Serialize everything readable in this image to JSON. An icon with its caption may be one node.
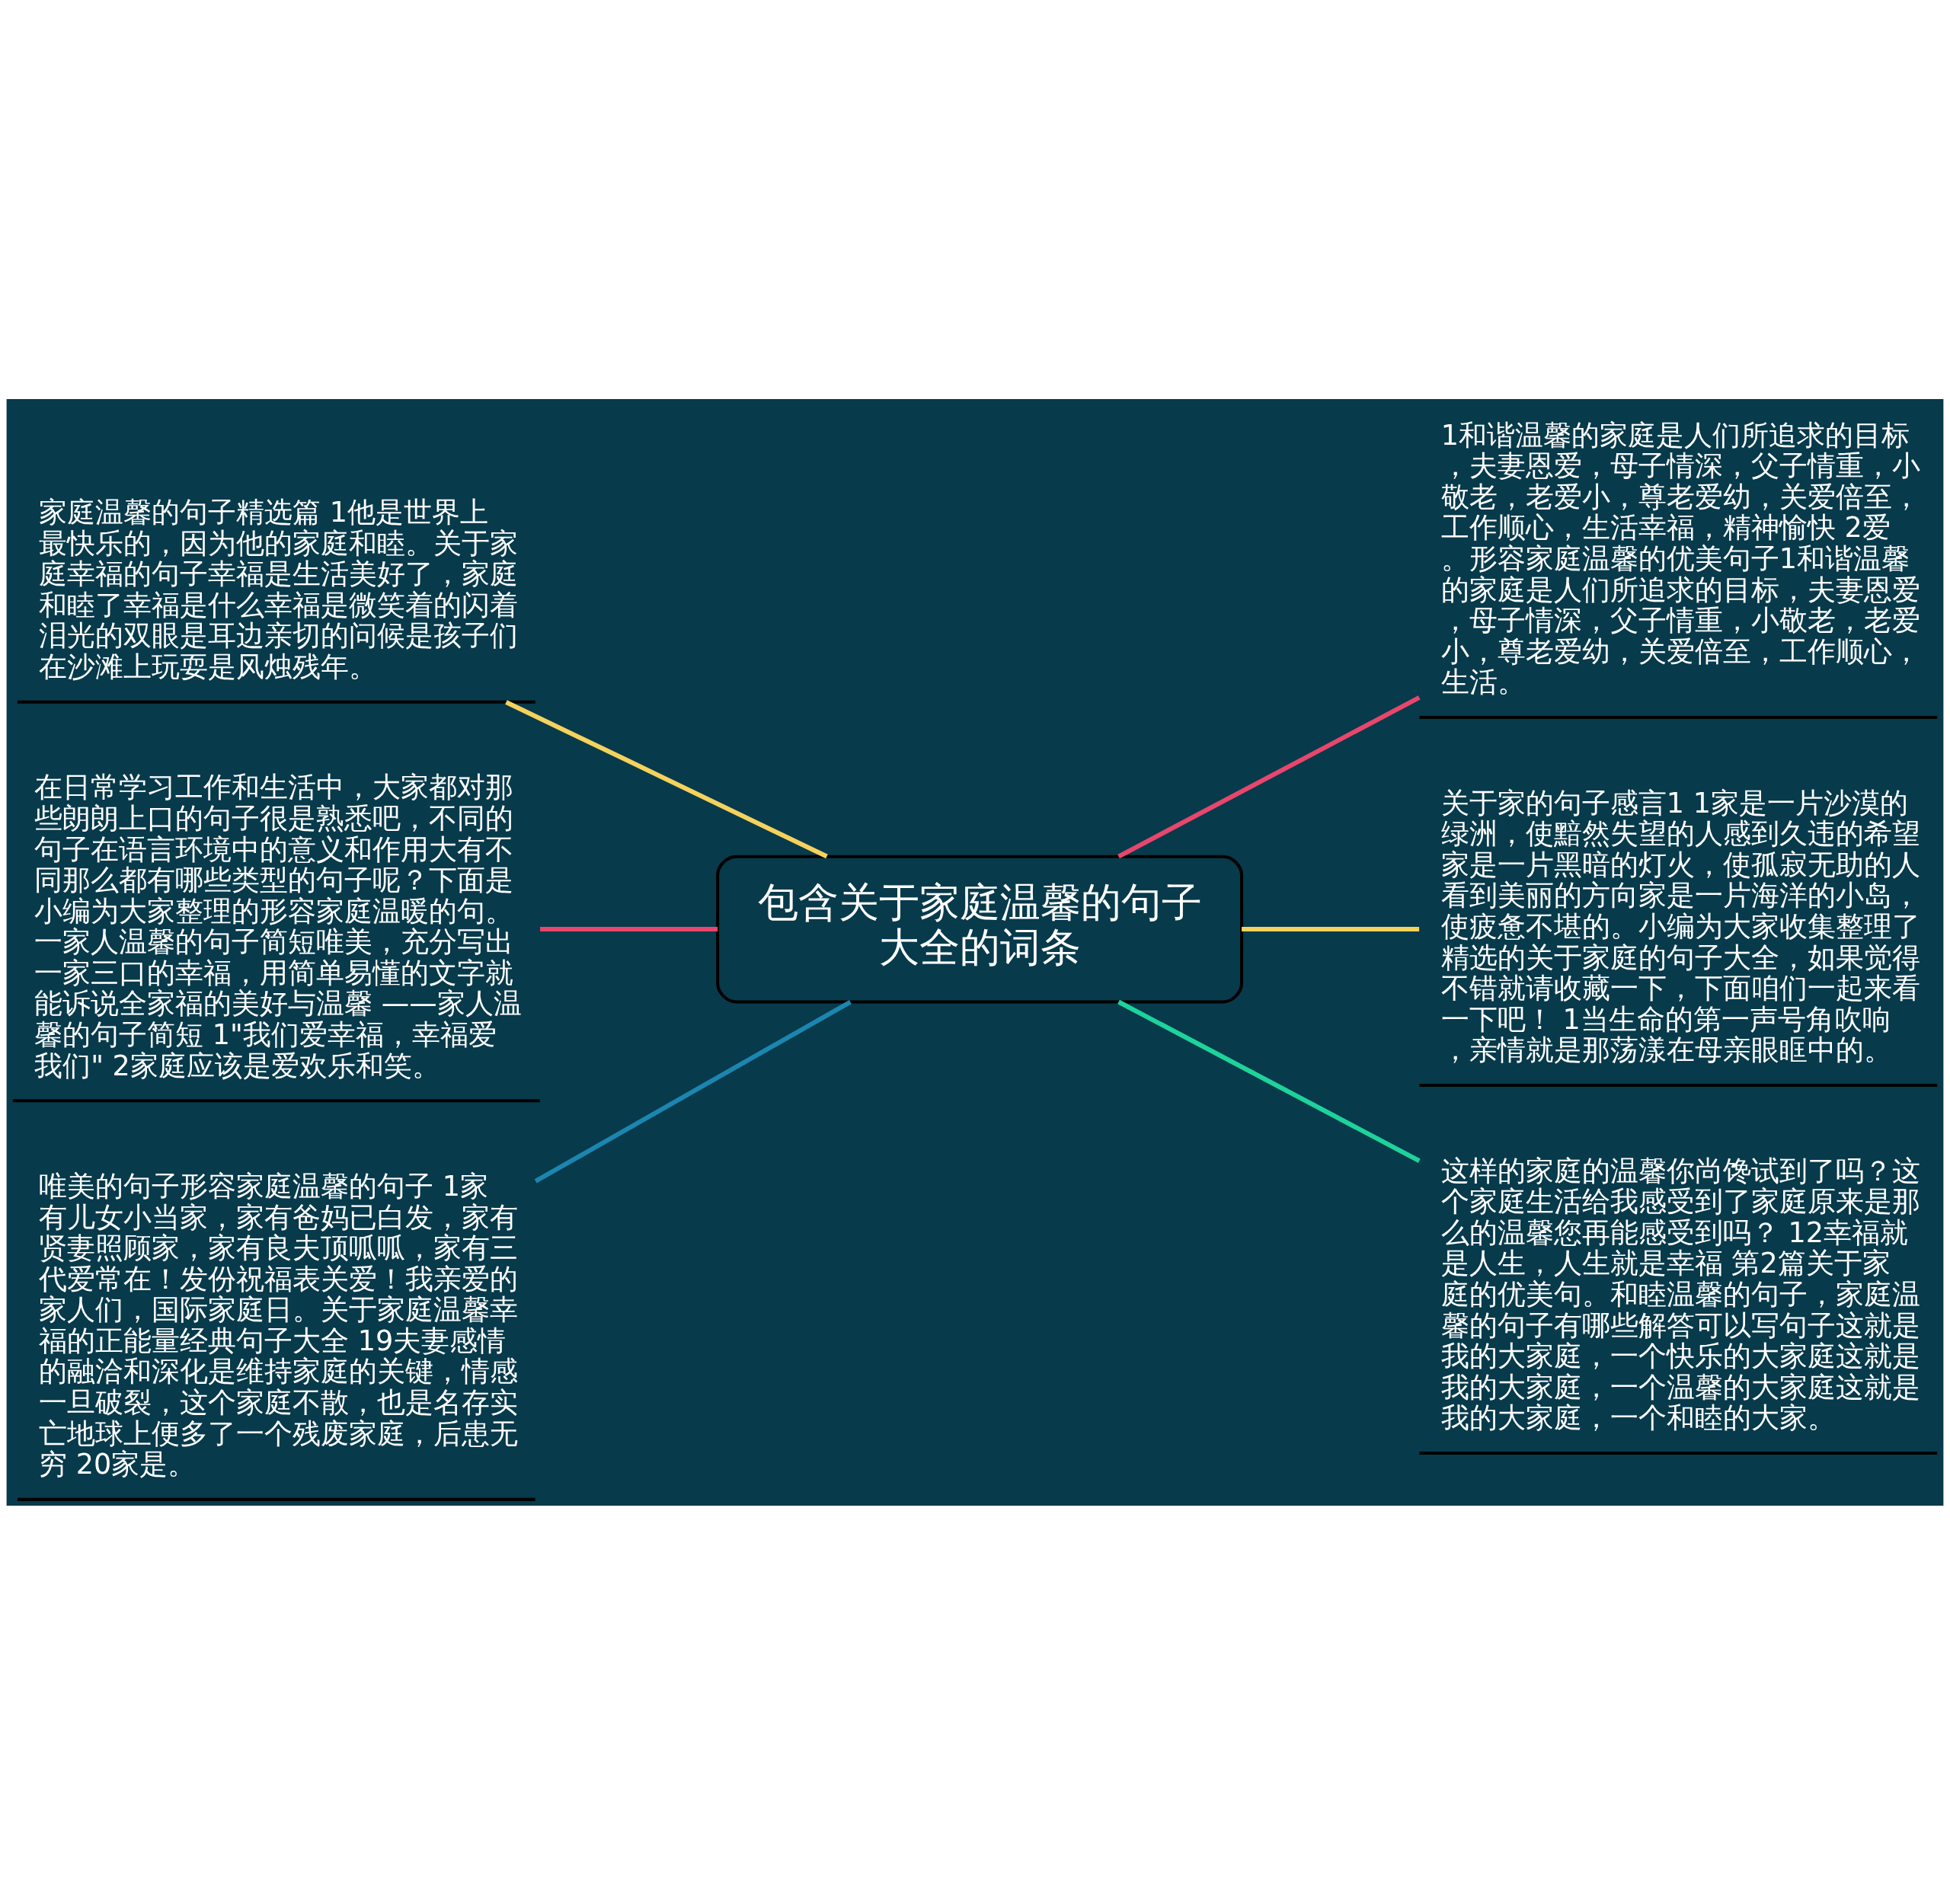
{
  "diagram": {
    "nodes": [
      {
        "text": [
          "包含关于家庭温馨的句子大全的词条"
        ]
      },
      {
        "text": [
          "家庭温馨的句子精选篇 1他是世界上最快乐的，因为他的家庭和睦。关于家庭幸福的句子幸福是生活美好了，家庭和睦了幸福是什么幸福是微笑着的闪着泪光的双眼是耳边亲切的问候是孩子们在沙滩上玩耍是风烛残年。"
        ]
      },
      {
        "text": [
          "在日常学习工作和生活中，大家都对那些朗朗上口的句子很是熟悉吧，不同的句子在语言环境中的意义和作用大有不同那么都有哪些类型的句子呢？下面是小编为大家整理的形容家庭温暖的句。一家人温馨的句子简短唯美，充分写出一家三口的幸福，用简单易懂的文字就能诉说全家福的美好与温馨 ——家人温馨的句子简短 1\"我们爱幸福，幸福爱我们\" 2家庭应该是爱欢乐和笑。"
        ]
      },
      {
        "text": [
          "唯美的句子形容家庭温馨的句子 1家有儿女小当家，家有爸妈已白发，家有贤妻照顾家，家有良夫顶呱呱，家有三代爱常在！发份祝福表关爱！我亲爱的家人们，国际家庭日。关于家庭温馨幸福的正能量经典句子大全 19夫妻感情的融洽和深化是维持家庭的关键，情感一旦破裂，这个家庭不散，也是名存实亡地球上便多了一个残废家庭，后患无穷 20家是。"
        ]
      },
      {
        "text": [
          "1和谐温馨的家庭是人们所追求的目标，夫妻恩爱，母子情深，父子情重，小敬老，老爱小，尊老爱幼，关爱倍至，工作顺心，生活幸福，精神愉快 2爱。形容家庭温馨的优美句子1和谐温馨的家庭是人们所追求的目标，夫妻恩爱，母子情深，父子情重，小敬老，老爱小，尊老爱幼，关爱倍至，工作顺心，生活。"
        ]
      },
      {
        "text": [
          "关于家的句子感言1 1家是一片沙漠的绿洲，使黯然失望的人感到久违的希望家是一片黑暗的灯火，使孤寂无助的人看到美丽的方向家是一片海洋的小岛，使疲惫不堪的。小编为大家收集整理了精选的关于家庭的句子大全，如果觉得不错就请收藏一下，下面咱们一起来看一下吧！ 1当生命的第一声号角吹响，亲情就是那荡漾在母亲眼眶中的。"
        ]
      },
      {
        "text": [
          "这样的家庭的温馨你尚馋试到了吗？这个家庭生活给我感受到了家庭原来是那么的温馨您再能感受到吗？ 12幸福就是人生，人生就是幸福 第2篇关于家庭的优美句。和睦温馨的句子，家庭温馨的句子有哪些解答可以写句子这就是我的大家庭，一个快乐的大家庭这就是我的大家庭，一个温馨的大家庭这就是我的大家庭，一个和睦的大家。"
        ]
      }
    ],
    "edges": [
      {
        "from": 0,
        "to": 1,
        "arrow": "none",
        "color": "#f5d25c"
      },
      {
        "from": 0,
        "to": 2,
        "arrow": "none",
        "color": "#e8466c"
      },
      {
        "from": 0,
        "to": 3,
        "arrow": "none",
        "color": "#1b86b0"
      },
      {
        "from": 0,
        "to": 4,
        "arrow": "none",
        "color": "#e8466c"
      },
      {
        "from": 0,
        "to": 5,
        "arrow": "none",
        "color": "#f5d25c"
      },
      {
        "from": 0,
        "to": 6,
        "arrow": "none",
        "color": "#1ed39b"
      }
    ]
  }
}
